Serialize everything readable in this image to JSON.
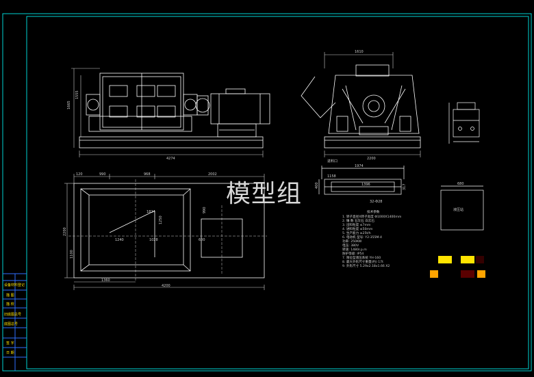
{
  "watermark": "模型组",
  "colors": {
    "background": "#000000",
    "border": "#00d4d4",
    "line": "#ffffff",
    "dim": "#cfcfcf",
    "titleblock": "#2f6fff",
    "titletext": "#ffe400",
    "swatch_yellow": "#ffe400",
    "swatch_orange": "#ffa400",
    "swatch_dark": "#330000",
    "swatch_brown": "#5a0000"
  },
  "dims": {
    "front_width": "4274",
    "front_height": "1665",
    "front_height2": "1555",
    "side_top": "1610",
    "side_bottom": "2200",
    "plan_top_a": "990",
    "plan_top_b": "968",
    "plan_top_c": "2002",
    "plan_top_small": "120",
    "plan_left": "2200",
    "plan_left2": "1100",
    "plan_inner1": "1824",
    "plan_inner2": "1250",
    "plan_inner3": "990",
    "plan_mid1": "1240",
    "plan_mid2": "1028",
    "plan_mid3": "600",
    "plan_bottom1": "1360",
    "plan_bottom2": "4200",
    "inlet_title": "进料口",
    "inlet_w": "1974",
    "inlet_a": "1158",
    "inlet_b": "1396",
    "inlet_h": "400",
    "inlet_small": "317",
    "inlet_note": "32-Φ28",
    "right_top": "680",
    "right_box_label": "液压站"
  },
  "tech": {
    "title": "技术参数",
    "rows": [
      "1. 转子直径X转子宽度  Φ1000X1400mm",
      "2. 锤    数     石灰石 白云石",
      "3. 出料粒度     ≤7mm",
      "4. 进料粒度     ≤50mm",
      "5. 生产能力     ≥25t/h",
      "6. 电动机       型号: Y2-355M-4",
      "              功率: 250KW",
      "              电压: 380V",
      "              转速: 1480r.p.m",
      "              防护等级: IP54",
      "7. 限位型液压系统  YH-160",
      "8. 最大外形尺寸重量(约) 17t",
      "9. 外形尺寸     5.29x2.18x1.66  X2"
    ]
  },
  "titleblock": {
    "labels": [
      "设备材料登记",
      "描 图",
      "描 校",
      "旧底图总号",
      "底图总号",
      "签 字",
      "日 期"
    ]
  }
}
